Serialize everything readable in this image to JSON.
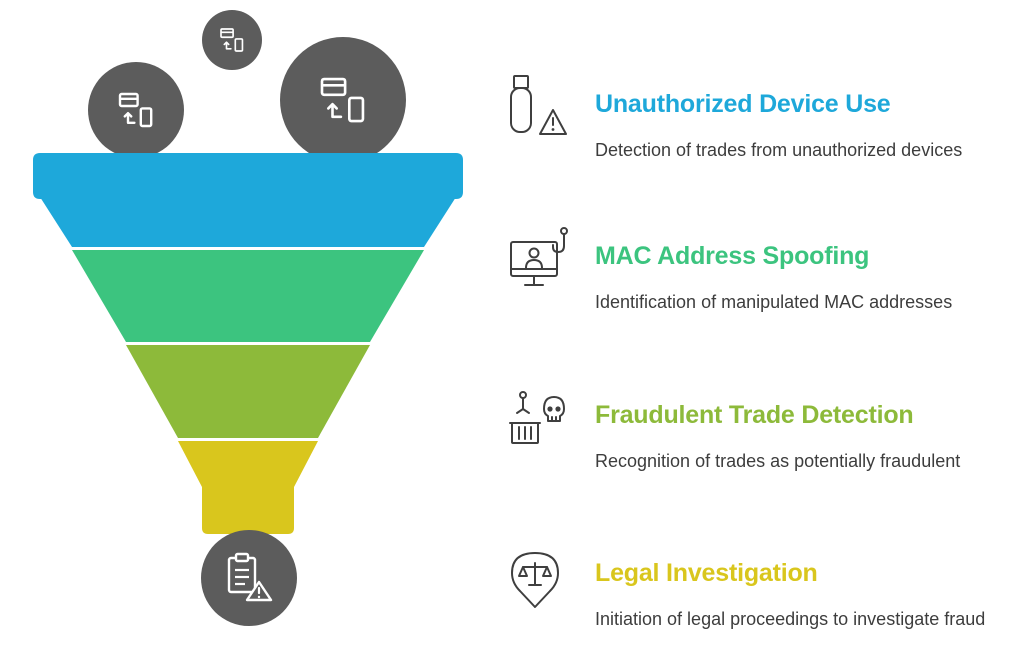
{
  "diagram": {
    "colors": {
      "blue": "#1ea8da",
      "green": "#3cc47f",
      "lime": "#8dba3a",
      "yellow": "#d9c61d",
      "circle": "#5c5c5c"
    },
    "bubble_icons": [
      "card-to-phone-icon",
      "card-to-phone-icon",
      "card-to-phone-icon"
    ],
    "bottom_icon": "clipboard-warning-icon",
    "stages": [
      {
        "title": "Unauthorized Device Use",
        "description": "Detection of trades from unauthorized devices",
        "icon": "usb-warning-icon",
        "color": "#1ea8da"
      },
      {
        "title": "MAC Address Spoofing",
        "description": "Identification of manipulated MAC addresses",
        "icon": "monitor-user-hook-icon",
        "color": "#3cc47f"
      },
      {
        "title": "Fraudulent Trade Detection",
        "description": "Recognition of trades as potentially fraudulent",
        "icon": "skull-basket-icon",
        "color": "#8dba3a"
      },
      {
        "title": "Legal Investigation",
        "description": "Initiation of legal proceedings to investigate fraud",
        "icon": "scales-pin-icon",
        "color": "#d9c61d"
      }
    ]
  }
}
